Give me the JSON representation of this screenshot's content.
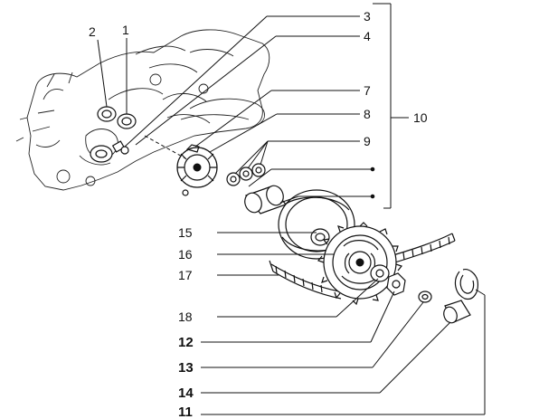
{
  "callouts": {
    "c1": "1",
    "c2": "2",
    "c3": "3",
    "c4": "4",
    "c7": "7",
    "c8": "8",
    "c9": "9",
    "c10": "10",
    "c11": "11",
    "c12": "12",
    "c13": "13",
    "c14": "14",
    "c15": "15",
    "c16": "16",
    "c17": "17",
    "c18": "18"
  }
}
